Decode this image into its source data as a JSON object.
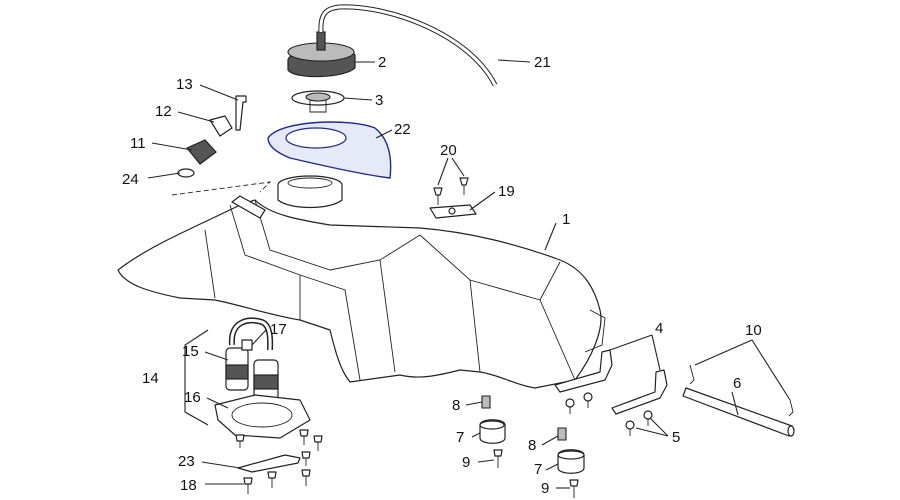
{
  "callouts": [
    "1",
    "2",
    "3",
    "4",
    "5",
    "6",
    "7",
    "8",
    "9",
    "10",
    "11",
    "12",
    "13",
    "14",
    "15",
    "16",
    "17",
    "18",
    "19",
    "20",
    "21",
    "22",
    "23",
    "24"
  ],
  "colors": {
    "line": "#222222",
    "highlight_stroke": "#1e2a8c",
    "highlight_fill": "#e6e9f7",
    "background": "#ffffff"
  }
}
